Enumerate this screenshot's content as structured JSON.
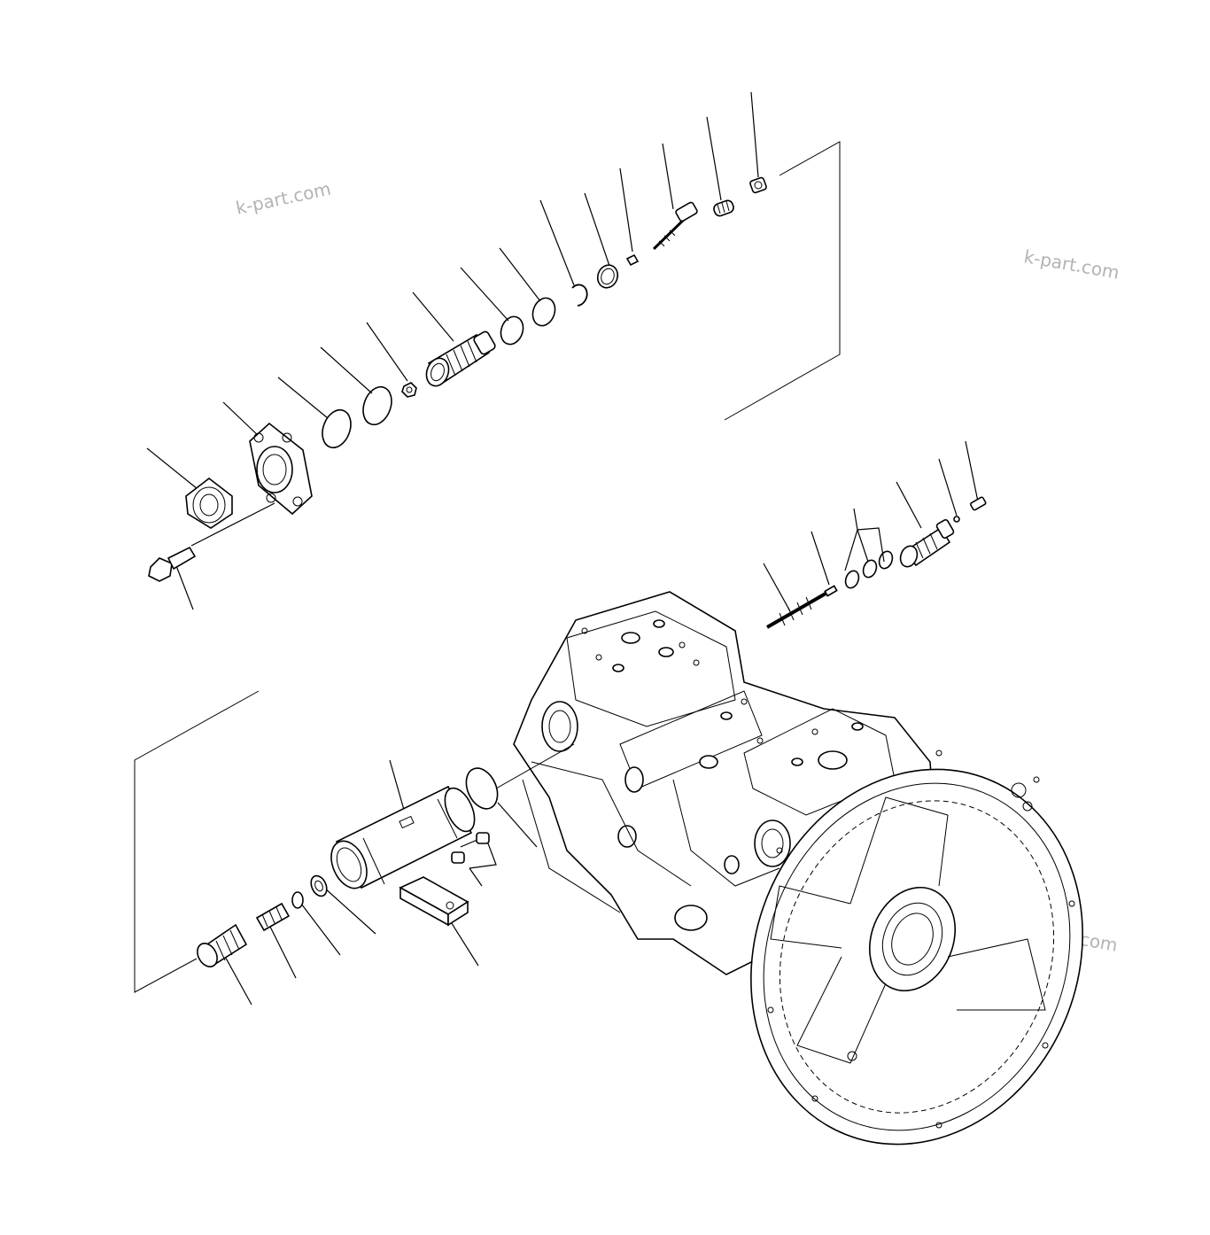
{
  "watermarks": [
    "k-part.com",
    "k-part.com",
    "k-part.com",
    "k-part.com"
  ],
  "icons": [
    "hydraulic-pump-assembly",
    "flange-flywheel-housing",
    "valve-spool",
    "spring",
    "o-ring",
    "plug",
    "bolt",
    "nut"
  ]
}
